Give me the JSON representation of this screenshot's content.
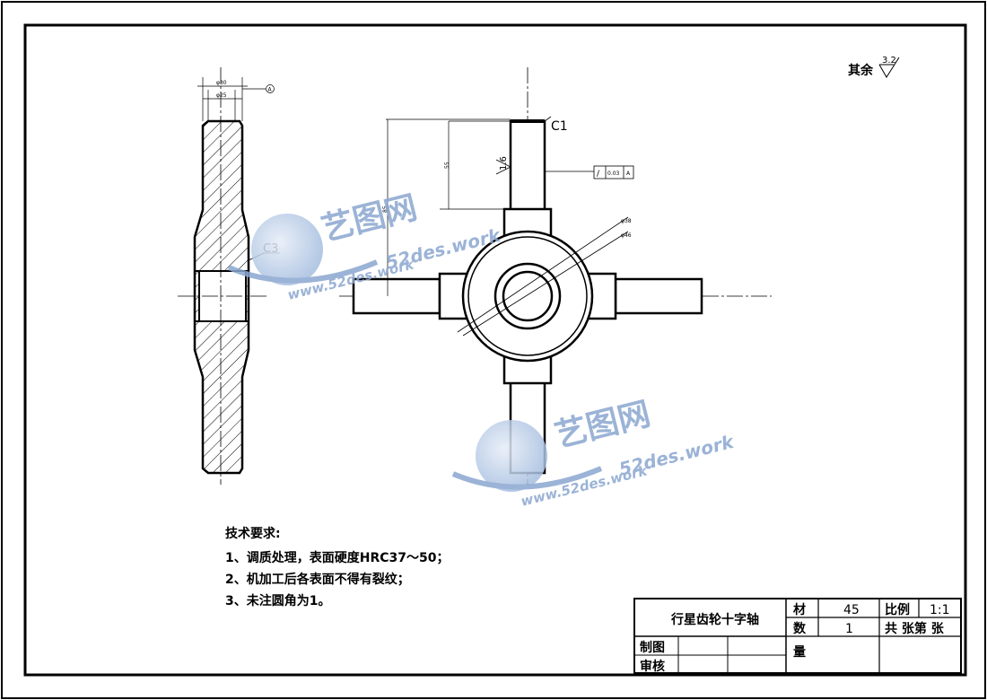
{
  "drawing": {
    "surface_note": {
      "label": "其余",
      "roughness": "3.2"
    },
    "side_view": {
      "dim_top_1": "φ30",
      "dim_top_2": "φ25",
      "datum_ref": "A",
      "chamfer": "C3"
    },
    "front_view": {
      "chamfer": "C1",
      "roughness": "1.6",
      "dim_vertical_1": "55",
      "dim_vertical_2": "85",
      "dia_1": "φ38",
      "dia_2": "φ46",
      "tolerance_symbol": "/",
      "tolerance_value": "0.03",
      "tolerance_datum": "A"
    },
    "tech_requirements": {
      "title": "技术要求:",
      "items": [
        "1、调质处理，表面硬度HRC37～50；",
        "2、机加工后各表面不得有裂纹；",
        "3、未注圆角为1。"
      ]
    }
  },
  "title_block": {
    "part_name": "行星齿轮十字轴",
    "material_label": "材",
    "material_value": "45",
    "scale_label": "比例",
    "scale_value": "1:1",
    "quantity_label": "数",
    "quantity_value": "1",
    "sheet_text": "共  张第  张",
    "weight_label": "量",
    "drawn_by_label": "制图",
    "checked_by_label": "审核"
  },
  "watermark": {
    "brand": "艺图网",
    "url_top": "52des.work",
    "url_bottom": "www.52des.work"
  },
  "colors": {
    "line": "#000000",
    "watermark": "#8aa6cf"
  }
}
